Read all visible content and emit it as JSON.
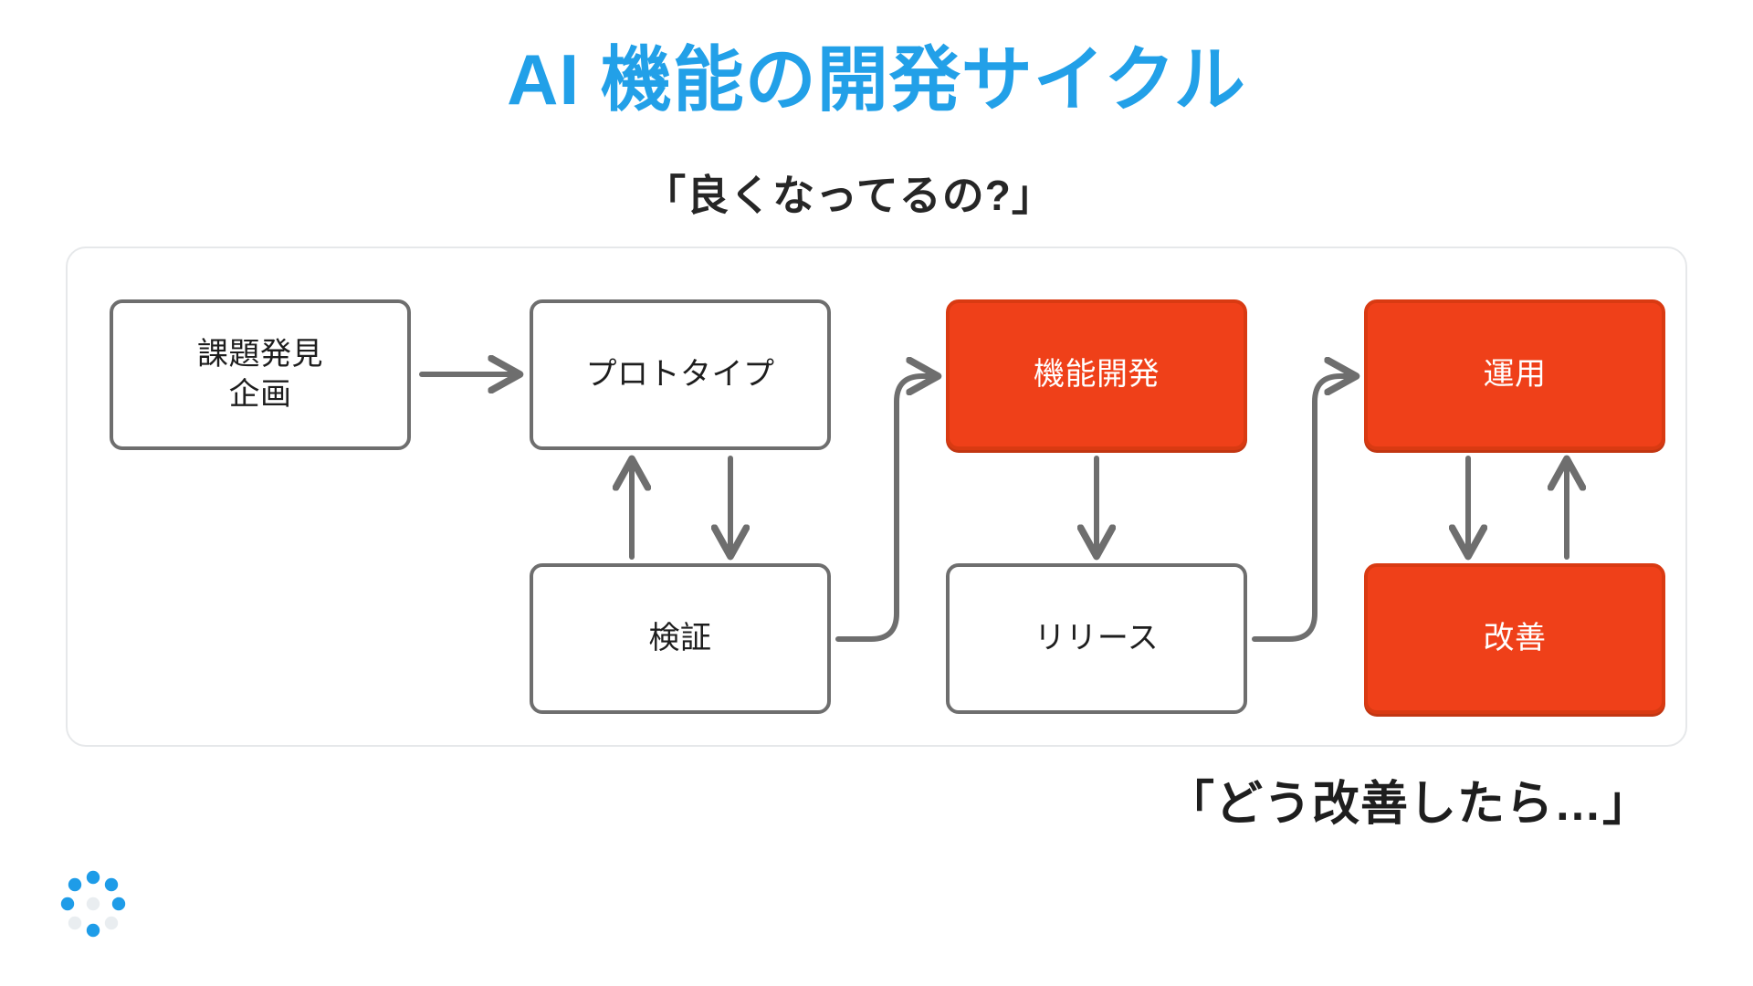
{
  "slide": {
    "title": "AI 機能の開発サイクル",
    "subtitle_question": "「良くなってるの?」",
    "bottom_caption": "「どう改善したら…」",
    "accent_color": "#EF4019",
    "title_color": "#22A0E8",
    "node_border_color": "#6E6E6E",
    "logo_color": "#1E9CE8"
  },
  "diagram": {
    "nodes": [
      {
        "id": "ideation",
        "label": "課題発見\n企画",
        "line1": "課題発見",
        "line2": "企画",
        "style": "plain"
      },
      {
        "id": "prototype",
        "label": "プロトタイプ",
        "line1": "プロトタイプ",
        "line2": "",
        "style": "plain"
      },
      {
        "id": "validation",
        "label": "検証",
        "line1": "検証",
        "line2": "",
        "style": "plain"
      },
      {
        "id": "feature",
        "label": "機能開発",
        "line1": "機能開発",
        "line2": "",
        "style": "accent"
      },
      {
        "id": "release",
        "label": "リリース",
        "line1": "リリース",
        "line2": "",
        "style": "plain"
      },
      {
        "id": "operation",
        "label": "運用",
        "line1": "運用",
        "line2": "",
        "style": "accent"
      },
      {
        "id": "improve",
        "label": "改善",
        "line1": "改善",
        "line2": "",
        "style": "accent"
      }
    ],
    "edges": [
      {
        "from": "ideation",
        "to": "prototype",
        "type": "straight-right"
      },
      {
        "from": "prototype",
        "to": "validation",
        "type": "down"
      },
      {
        "from": "validation",
        "to": "prototype",
        "type": "up"
      },
      {
        "from": "validation",
        "to": "feature",
        "type": "elbow-up-right"
      },
      {
        "from": "feature",
        "to": "release",
        "type": "down"
      },
      {
        "from": "release",
        "to": "operation",
        "type": "elbow-up-right"
      },
      {
        "from": "operation",
        "to": "improve",
        "type": "down"
      },
      {
        "from": "improve",
        "to": "operation",
        "type": "up"
      }
    ]
  }
}
